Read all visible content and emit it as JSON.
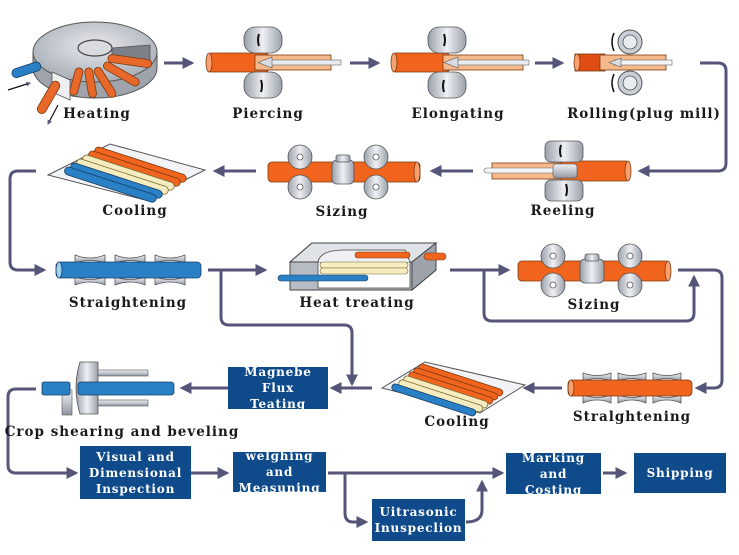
{
  "diagram": {
    "type": "seamless-pipe-manufacturing-flow",
    "colors": {
      "arrow": "#55557a",
      "box_fill": "#0f4a8a",
      "box_text": "#ffffff",
      "hot_pipe": "#f0641e",
      "cool_pipe_blue": "#2a80c4",
      "pipe_cream": "#f5ecc0",
      "roller_gray": "#c9ced6"
    },
    "steps": {
      "heating": "Heating",
      "piercing": "Piercing",
      "elongating": "Elongating",
      "rolling": "Rolling(plug mill)",
      "reeling": "Reeling",
      "sizing1": "Sizing",
      "cooling1": "Cooling",
      "straightening1": "Straightening",
      "heat_treating": "Heat treating",
      "sizing2": "Sizing",
      "straightening2": "Stralghtening",
      "cooling2": "Cooling",
      "crop": "Crop shearing and beveling"
    },
    "boxes": {
      "magnetic": [
        "Magnebe Flux",
        "Teating"
      ],
      "visual": [
        "Visual and",
        "Dimensional",
        "Inspection"
      ],
      "weighing": [
        "welghing and",
        "Measuning"
      ],
      "ultrasonic": [
        "Uitrasonic",
        "Inuspeclion"
      ],
      "marking": [
        "Marking and",
        "Costing"
      ],
      "shipping": [
        "Shipping"
      ]
    }
  }
}
